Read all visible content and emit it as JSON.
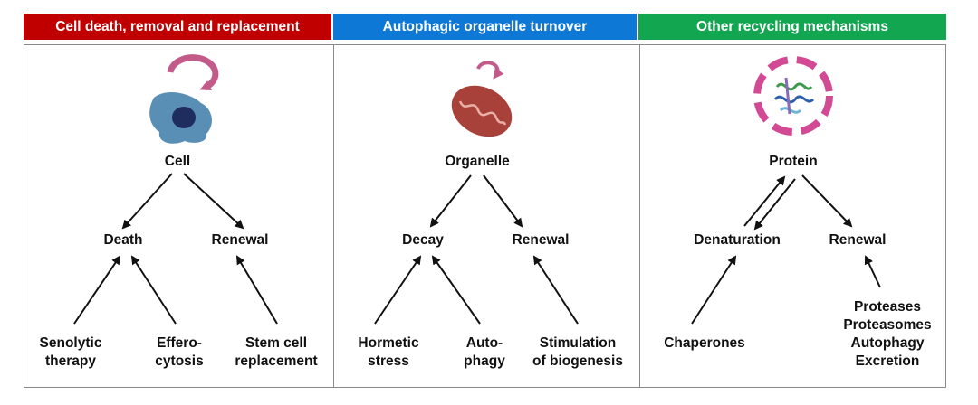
{
  "headers": [
    {
      "text": "Cell death, removal and replacement",
      "color": "#c00000"
    },
    {
      "text": "Autophagic organelle turnover",
      "color": "#0e78d6"
    },
    {
      "text": "Other recycling mechanisms",
      "color": "#12a650"
    }
  ],
  "panels": [
    {
      "root": "Cell",
      "left_node": "Death",
      "right_node": "Renewal",
      "leaves": [
        "Senolytic\ntherapy",
        "Effero-\ncytosis",
        "Stem cell\nreplacement"
      ],
      "icon": "cell-icon"
    },
    {
      "root": "Organelle",
      "left_node": "Decay",
      "right_node": "Renewal",
      "leaves": [
        "Hormetic\nstress",
        "Auto-\nphagy",
        "Stimulation\nof biogenesis"
      ],
      "icon": "mitochondrion-icon"
    },
    {
      "root": "Protein",
      "left_node": "Denaturation",
      "right_node": "Renewal",
      "leaves": [
        "Chaperones",
        "Proteases\nProteasomes\nAutophagy\nExcretion"
      ],
      "icon": "protein-icon"
    }
  ],
  "colors": {
    "arrow": "#111111",
    "recycle_arrow": "#c25a8a",
    "cell": "#5a8fb5",
    "nucleus": "#1f2d5e",
    "mitochondrion": "#a8413a",
    "protein_ring": "#d24a93"
  }
}
